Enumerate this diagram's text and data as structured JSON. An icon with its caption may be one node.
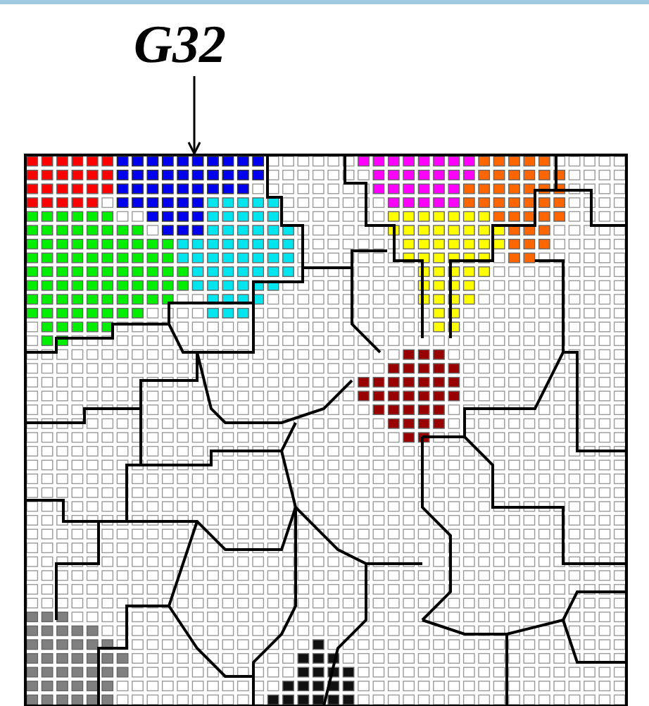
{
  "diagram": {
    "nodes": [
      {
        "text": [
          "G32"
        ]
      },
      {
        "text": [],
        "shape": "picture"
      }
    ],
    "edges": [
      {
        "from": 0,
        "to": 1,
        "arrow": "to"
      }
    ]
  }
}
